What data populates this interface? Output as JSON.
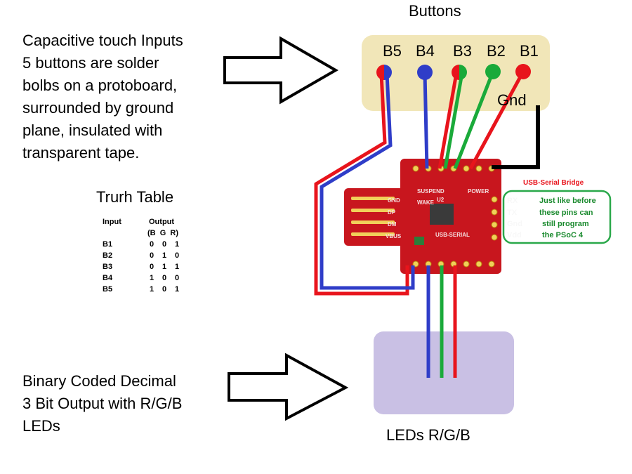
{
  "intro": {
    "lines": [
      "Capacitive touch Inputs",
      "5 buttons are solder",
      "bolbs on a protoboard,",
      "surrounded by ground",
      "plane, insulated with",
      "transparent tape."
    ]
  },
  "output_note": {
    "lines": [
      "Binary Coded Decimal",
      "3 Bit Output with R/G/B",
      "LEDs"
    ]
  },
  "buttons_panel": {
    "title": "Buttons",
    "labels": [
      "B5",
      "B4",
      "B3",
      "B2",
      "B1"
    ],
    "gnd_label": "Gnd"
  },
  "leds_panel": {
    "title": "LEDs R/G/B"
  },
  "truth_table": {
    "title": "Trurh Table",
    "header": {
      "input": "Input",
      "output": "Output",
      "sub": "(B  G  R)"
    },
    "rows": [
      {
        "input": "B1",
        "b": "0",
        "g": "0",
        "r": "1"
      },
      {
        "input": "B2",
        "b": "0",
        "g": "1",
        "r": "0"
      },
      {
        "input": "B3",
        "b": "0",
        "g": "1",
        "r": "1"
      },
      {
        "input": "B4",
        "b": "1",
        "g": "0",
        "r": "0"
      },
      {
        "input": "B5",
        "b": "1",
        "g": "0",
        "r": "1"
      }
    ]
  },
  "usb_bridge": {
    "title": "USB-Serial Bridge",
    "pins": [
      "RX",
      "TX",
      "Gnd",
      "Vdd"
    ],
    "notes": [
      "Just like before",
      "these pins can",
      "still program",
      "the PSoC 4"
    ]
  },
  "board_silk": {
    "suspend": "SUSPEND",
    "wake": "WAKE",
    "gnd": "GND",
    "dp": "DP",
    "dm": "DM",
    "vbus": "VBUS",
    "power": "POWER",
    "usb_serial": "USB-SERIAL",
    "u2": "U2"
  },
  "colors": {
    "red": "#e8141c",
    "green": "#1aaa3a",
    "blue": "#2f3dc8",
    "black": "#000000",
    "buttons_panel_bg": "#f1e6b8",
    "leds_panel_bg": "#c9c0e4",
    "board": "#c8161e",
    "usb_note_border": "#2aa84a"
  }
}
